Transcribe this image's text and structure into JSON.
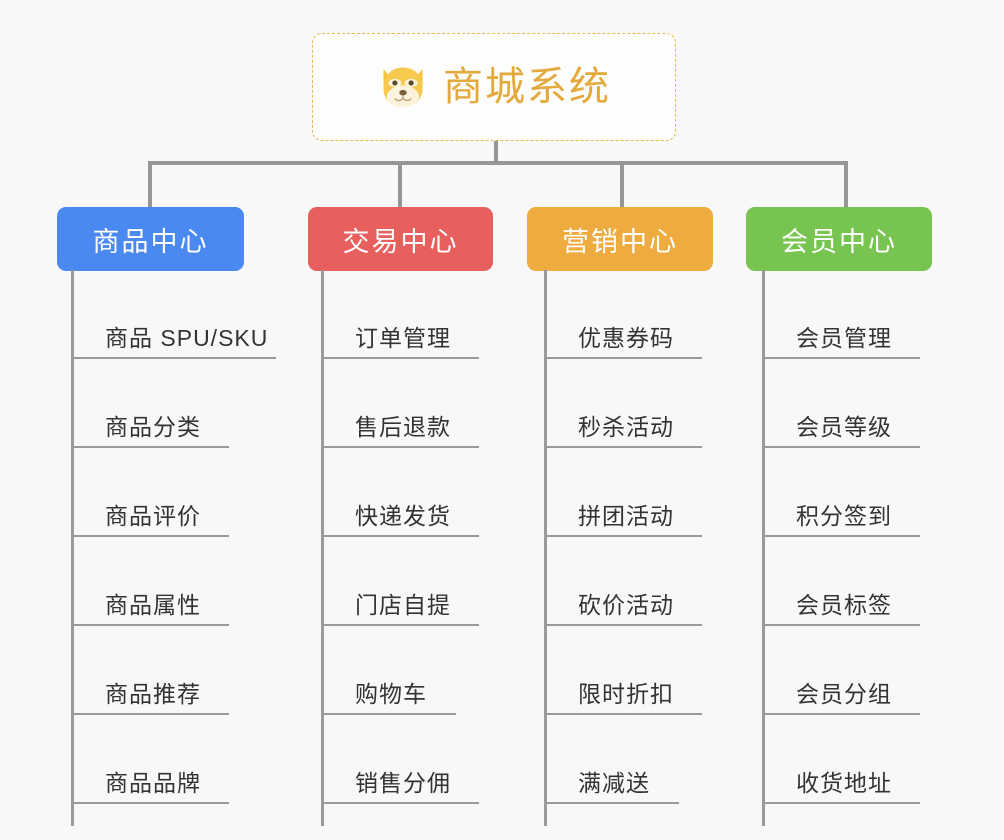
{
  "diagram": {
    "type": "tree-mindmap",
    "background_color": "#f8f8f8",
    "connector_color": "#979797",
    "root": {
      "title": "商城系统",
      "icon": "shiba-dog-emoji",
      "text_color": "#e4a93d",
      "border_color": "#e9b94e",
      "background_color": "#fdfdfb"
    },
    "branches": [
      {
        "label": "商品中心",
        "color": "#4a8af0",
        "items": [
          "商品 SPU/SKU",
          "商品分类",
          "商品评价",
          "商品属性",
          "商品推荐",
          "商品品牌"
        ]
      },
      {
        "label": "交易中心",
        "color": "#e8605e",
        "items": [
          "订单管理",
          "售后退款",
          "快递发货",
          "门店自提",
          "购物车",
          "销售分佣"
        ]
      },
      {
        "label": "营销中心",
        "color": "#eeab3f",
        "items": [
          "优惠券码",
          "秒杀活动",
          "拼团活动",
          "砍价活动",
          "限时折扣",
          "满减送"
        ]
      },
      {
        "label": "会员中心",
        "color": "#78c451",
        "items": [
          "会员管理",
          "会员等级",
          "积分签到",
          "会员标签",
          "会员分组",
          "收货地址"
        ]
      }
    ]
  }
}
